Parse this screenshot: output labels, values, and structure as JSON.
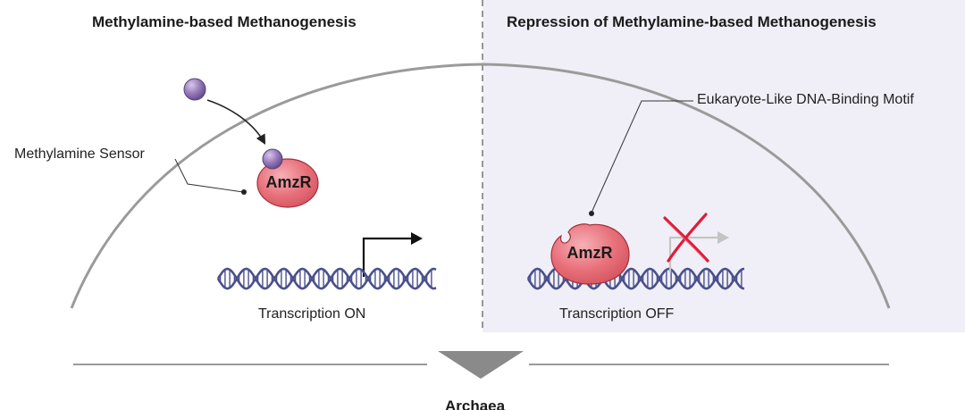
{
  "panels": {
    "left_title": "Methylamine-based Methanogenesis",
    "right_title": "Repression of Methylamine-based Methanogenesis"
  },
  "labels": {
    "sensor_callout": "Methylamine Sensor",
    "motif_callout": "Eukaryote-Like DNA-Binding Motif",
    "protein_name": "AmzR",
    "transcription_on": "Transcription ON",
    "transcription_off": "Transcription OFF",
    "footer_title": "Archaea"
  },
  "colors": {
    "right_panel_bg": "#f0eff7",
    "membrane": "#8a8a8a",
    "protein_fill": "#e8707a",
    "protein_stroke": "#9a2a35",
    "methylamine": "#8f6fb0",
    "dna": "#4a4f8c",
    "arrow_on": "#111111",
    "arrow_off": "#c8c8c8",
    "cross": "#e0203a",
    "down_arrow": "#888888"
  },
  "icons": {
    "methylamine": "purple-sphere-icon",
    "transcription_start": "promoter-arrow-icon",
    "blocked": "red-cross-icon"
  }
}
